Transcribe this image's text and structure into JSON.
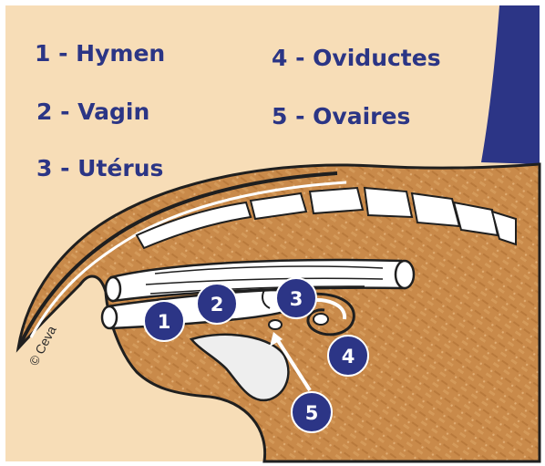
{
  "legend": {
    "items": [
      {
        "number": "1",
        "text": "1 - Hymen"
      },
      {
        "number": "2",
        "text": "2 - Vagin"
      },
      {
        "number": "3",
        "text": "3 - Utérus"
      },
      {
        "number": "4",
        "text": "4 - Oviductes"
      },
      {
        "number": "5",
        "text": "5 - Ovaires"
      }
    ]
  },
  "markers": {
    "m1": "1",
    "m2": "2",
    "m3": "3",
    "m4": "4",
    "m5": "5"
  },
  "copyright": "© Ceva",
  "colors": {
    "background_panel": "#f7ddb7",
    "dark_band": "#2c3586",
    "body_tissue": "#c98a4a",
    "organ": "#ffffff",
    "outline": "#1f1f1f",
    "marker": "#2c3586",
    "legend_text": "#2b3585"
  }
}
